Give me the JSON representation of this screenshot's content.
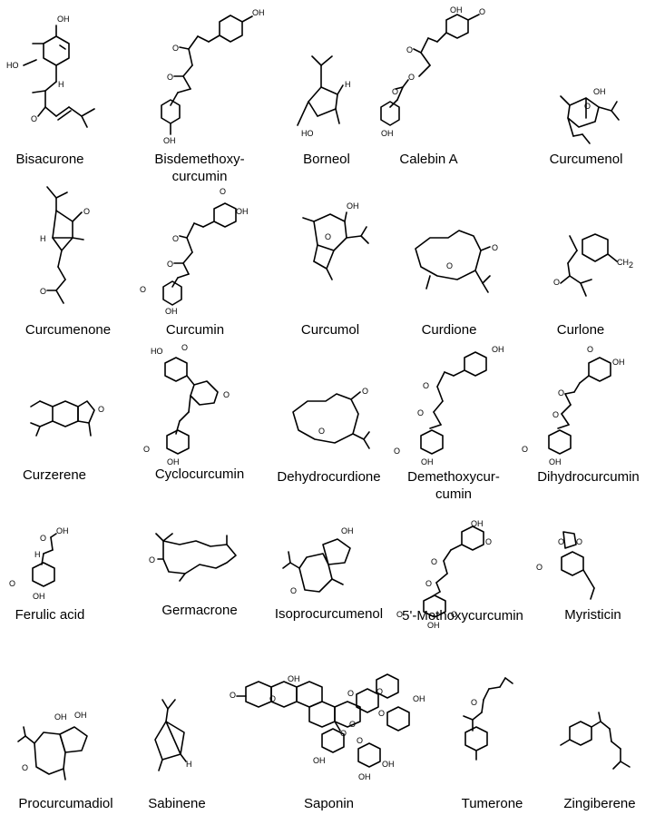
{
  "compounds": [
    {
      "name": "Bisacurone"
    },
    {
      "name": "Bisdemethoxy-",
      "name2": "curcumin"
    },
    {
      "name": "Borneol"
    },
    {
      "name": "Calebin A"
    },
    {
      "name": "Curcumenol"
    },
    {
      "name": "Curcumenone"
    },
    {
      "name": "Curcumin"
    },
    {
      "name": "Curcumol"
    },
    {
      "name": "Curdione"
    },
    {
      "name": "Curlone"
    },
    {
      "name": "Curzerene"
    },
    {
      "name": "Cyclocurcumin"
    },
    {
      "name": "Dehydrocurdione"
    },
    {
      "name": "Demethoxycur-",
      "name2": "cumin"
    },
    {
      "name": "Dihydrocurcumin"
    },
    {
      "name": "Ferulic acid"
    },
    {
      "name": "Germacrone"
    },
    {
      "name": "Isoprocurcumenol"
    },
    {
      "name": "5'-Methoxycurcumin"
    },
    {
      "name": "Myristicin"
    },
    {
      "name": "Procurcumadiol"
    },
    {
      "name": "Sabinene"
    },
    {
      "name": "Saponin"
    },
    {
      "name": "Tumerone"
    },
    {
      "name": "Zingiberene"
    }
  ],
  "atoms": {
    "oh": "OH",
    "ho": "HO",
    "o": "O",
    "h": "H",
    "och3": "O",
    "ch2": "CH",
    "ch2sub": "2"
  }
}
